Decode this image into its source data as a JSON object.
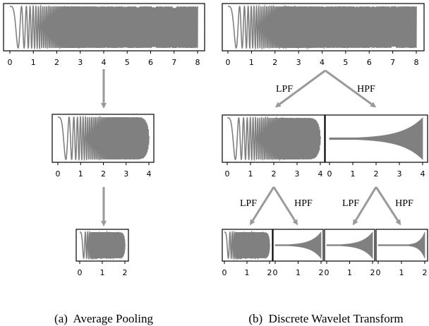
{
  "colors": {
    "signal": "#808080",
    "arrow": "#9a9a9a",
    "frame": "#000000"
  },
  "average_pooling": {
    "caption": "(a)  Average Pooling",
    "panels": [
      {
        "signal": "chirp",
        "ticks": [
          "0",
          "1",
          "2",
          "3",
          "4",
          "5",
          "6",
          "7",
          "8"
        ]
      },
      {
        "signal": "chirp-lowpass",
        "ticks": [
          "0",
          "1",
          "2",
          "3",
          "4"
        ]
      },
      {
        "signal": "chirp-lowpass",
        "ticks": [
          "0",
          "1",
          "2"
        ]
      }
    ]
  },
  "dwt": {
    "caption": "(b)  Discrete Wavelet Transform",
    "lpf_label": "LPF",
    "hpf_label": "HPF",
    "panels": [
      {
        "signal": "chirp",
        "ticks": [
          "0",
          "1",
          "2",
          "3",
          "4",
          "5",
          "6",
          "7",
          "8"
        ]
      },
      {
        "signal": "chirp-lowpass",
        "ticks": [
          "0",
          "1",
          "2",
          "3",
          "4"
        ]
      },
      {
        "signal": "highpass",
        "ticks": [
          "0",
          "1",
          "2",
          "3",
          "4"
        ]
      },
      {
        "signal": "chirp-lowpass",
        "ticks": [
          "0",
          "1",
          "2"
        ]
      },
      {
        "signal": "highpass",
        "ticks": [
          "0",
          "1",
          "2"
        ]
      },
      {
        "signal": "highpass",
        "ticks": [
          "0",
          "1",
          "2"
        ]
      },
      {
        "signal": "highpass-steep",
        "ticks": [
          "0",
          "1",
          "2"
        ]
      }
    ]
  }
}
